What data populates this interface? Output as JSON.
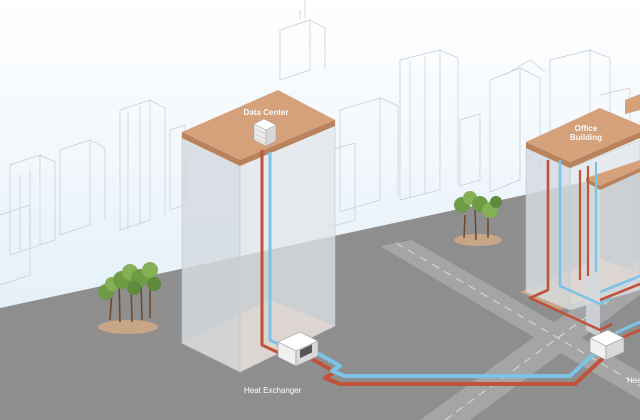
{
  "labels": {
    "data_center": "Data Center",
    "office_line1": "Office",
    "office_line2": "Building",
    "heat_exchanger_left": "Heat Exchanger",
    "heat_exchanger_right": "Hea"
  },
  "colors": {
    "sky": "#e4eff8",
    "ground": "#909090",
    "road": "#a3a3a3",
    "roof": "#d4a17a",
    "roof_edge": "#b8835c",
    "floor_shadow": "#c9a588",
    "glass": "#d9dde0",
    "hot_pipe": "#c0523a",
    "cold_pipe": "#7dc3e6",
    "exchanger": "#e9e9e9"
  }
}
